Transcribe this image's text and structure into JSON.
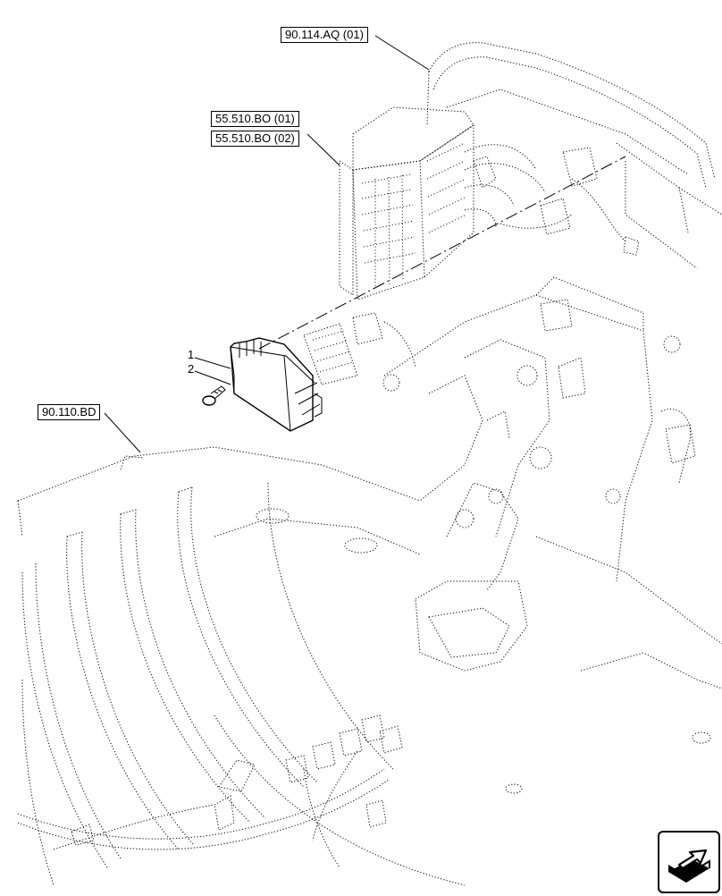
{
  "references": {
    "top": "90.114.AQ (01)",
    "middle_1": "55.510.BO (01)",
    "middle_2": "55.510.BO (02)",
    "left": "90.110.BD"
  },
  "callouts": {
    "item_1": "1",
    "item_2": "2"
  },
  "icons": {
    "navigation": "next-page-arrow-icon"
  }
}
